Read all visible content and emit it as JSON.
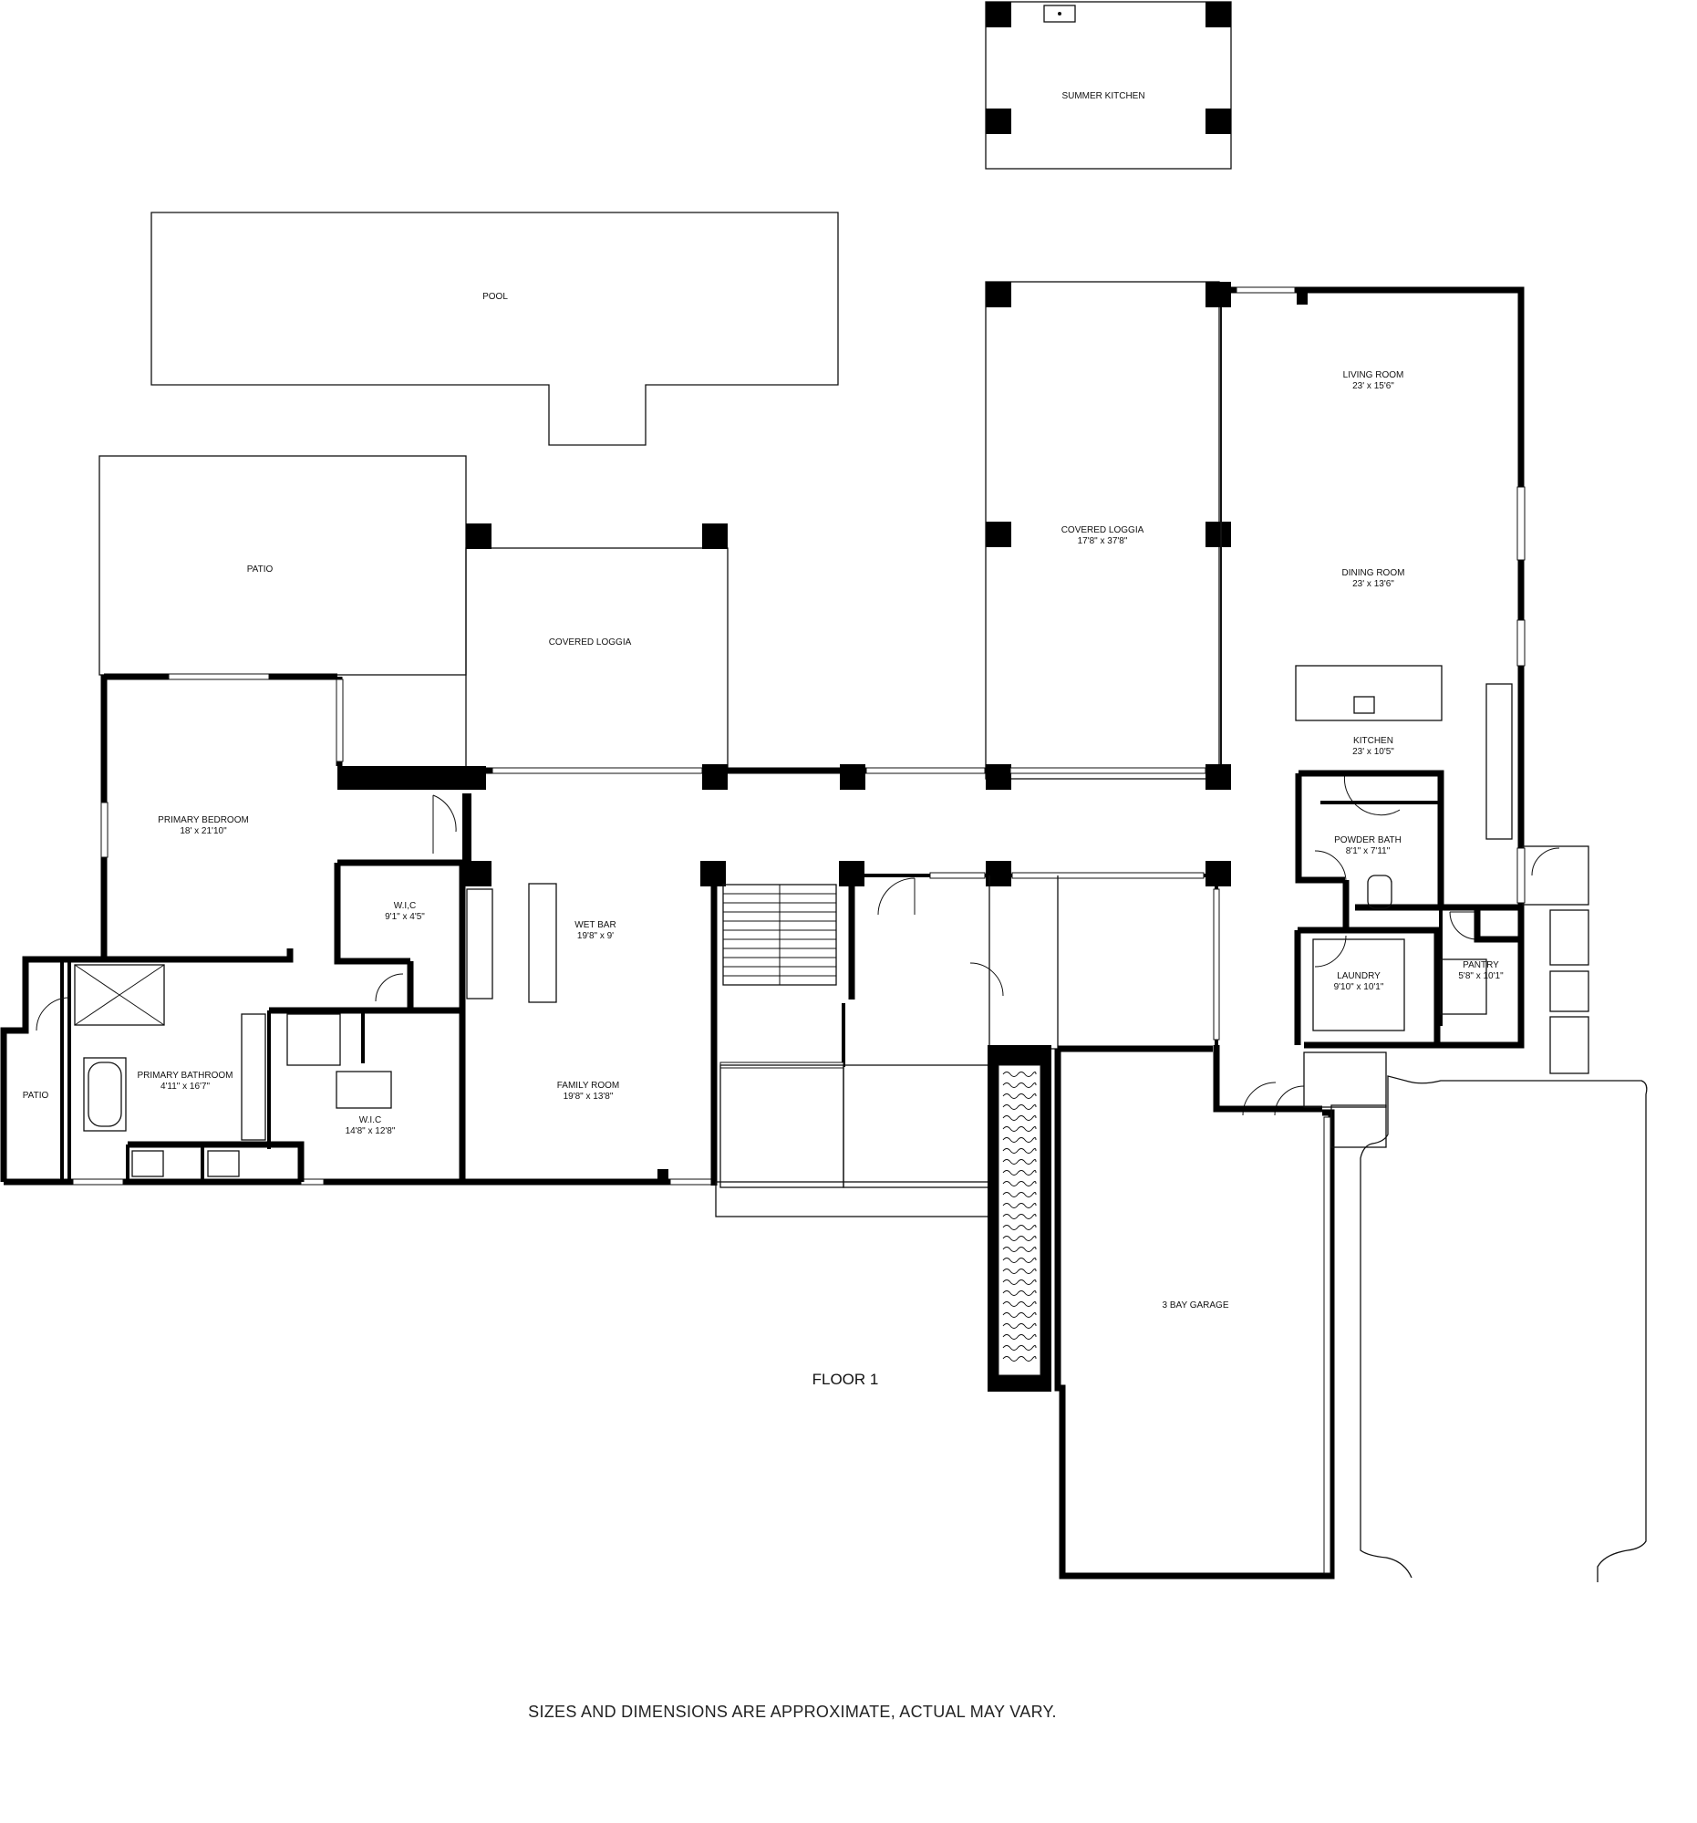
{
  "floor_label": "FLOOR 1",
  "disclaimer": "SIZES AND DIMENSIONS ARE APPROXIMATE, ACTUAL MAY VARY.",
  "rooms": {
    "summer_kitchen": {
      "name": "SUMMER KITCHEN",
      "dims": ""
    },
    "pool": {
      "name": "POOL",
      "dims": ""
    },
    "patio_top": {
      "name": "PATIO",
      "dims": ""
    },
    "covered_loggia_left": {
      "name": "COVERED LOGGIA",
      "dims": ""
    },
    "covered_loggia_right": {
      "name": "COVERED LOGGIA",
      "dims": "17'8\" x 37'8\""
    },
    "living_room": {
      "name": "LIVING ROOM",
      "dims": "23' x 15'6\""
    },
    "dining_room": {
      "name": "DINING ROOM",
      "dims": "23' x 13'6\""
    },
    "kitchen": {
      "name": "KITCHEN",
      "dims": "23' x 10'5\""
    },
    "primary_bedroom": {
      "name": "PRIMARY BEDROOM",
      "dims": "18' x 21'10\""
    },
    "wic_small": {
      "name": "W.I,C",
      "dims": "9'1\" x 4'5\""
    },
    "wet_bar": {
      "name": "WET BAR",
      "dims": "19'8\" x 9'"
    },
    "powder_bath": {
      "name": "POWDER BATH",
      "dims": "8'1\" x 7'11\""
    },
    "laundry": {
      "name": "LAUNDRY",
      "dims": "9'10\" x 10'1\""
    },
    "pantry": {
      "name": "PANTRY",
      "dims": "5'8\" x 10'1\""
    },
    "primary_bathroom": {
      "name": "PRIMARY BATHROOM",
      "dims": "4'11\" x 16'7\""
    },
    "patio_left": {
      "name": "PATIO",
      "dims": ""
    },
    "wic_large": {
      "name": "W.I.C",
      "dims": "14'8\" x 12'8\""
    },
    "family_room": {
      "name": "FAMILY ROOM",
      "dims": "19'8\" x 13'8\""
    },
    "garage": {
      "name": "3 BAY GARAGE",
      "dims": ""
    }
  }
}
